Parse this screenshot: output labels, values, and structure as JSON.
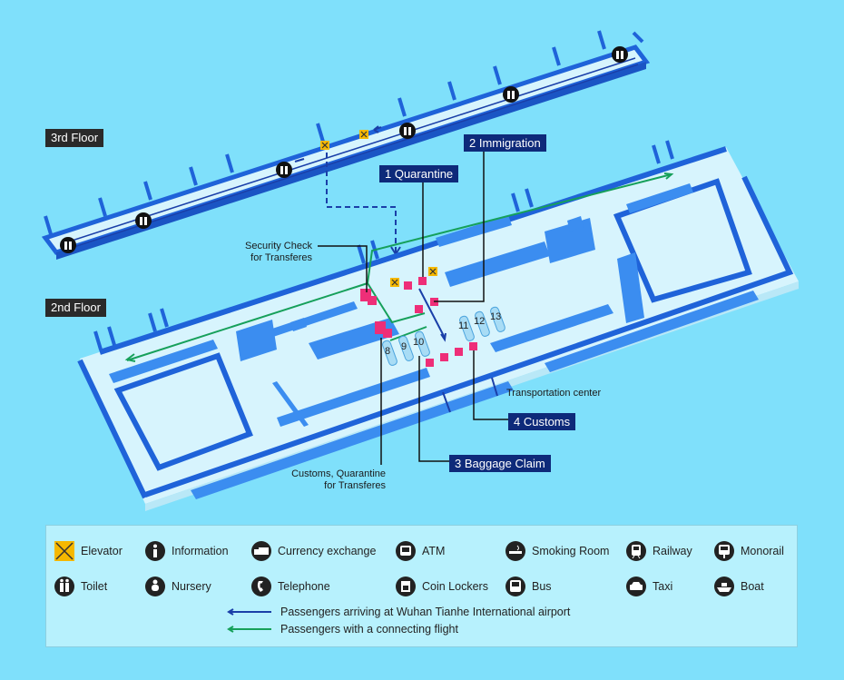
{
  "floors": {
    "third": "3rd Floor",
    "second": "2nd Floor"
  },
  "callouts": {
    "immigration": "2 Immigration",
    "quarantine": "1 Quarantine",
    "customs": "4 Customs",
    "baggage": "3  Baggage Claim"
  },
  "notes": {
    "security_line1": "Security Check",
    "security_line2": "for Transferes",
    "customs_q_line1": "Customs, Quarantine",
    "customs_q_line2": "for Transferes",
    "transport": "Transportation center"
  },
  "carousels": [
    "8",
    "9",
    "10",
    "11",
    "12",
    "13"
  ],
  "legend": {
    "items": [
      {
        "icon": "elevator-icon",
        "label": "Elevator"
      },
      {
        "icon": "information-icon",
        "label": "Information"
      },
      {
        "icon": "currency-exchange-icon",
        "label": "Currency exchange"
      },
      {
        "icon": "atm-icon",
        "label": "ATM"
      },
      {
        "icon": "smoking-room-icon",
        "label": "Smoking Room"
      },
      {
        "icon": "railway-icon",
        "label": "Railway"
      },
      {
        "icon": "monorail-icon",
        "label": "Monorail"
      },
      {
        "icon": "toilet-icon",
        "label": "Toilet"
      },
      {
        "icon": "nursery-icon",
        "label": "Nursery"
      },
      {
        "icon": "telephone-icon",
        "label": "Telephone"
      },
      {
        "icon": "coin-lockers-icon",
        "label": "Coin Lockers"
      },
      {
        "icon": "bus-icon",
        "label": "Bus"
      },
      {
        "icon": "taxi-icon",
        "label": "Taxi"
      },
      {
        "icon": "boat-icon",
        "label": "Boat"
      }
    ],
    "arriving": "Passengers arriving at Wuhan Tianhe International airport",
    "connecting": "Passengers with a connecting flight"
  },
  "colors": {
    "background": "#7fe0fb",
    "floor": "#d7f4fd",
    "wall": "#1f63d9",
    "arrival_route": "#1a3fa8",
    "connecting_route": "#16a05a",
    "checkpoint": "#ee2e78",
    "elevator": "#f5b800",
    "callout": "#0e2a7a"
  }
}
